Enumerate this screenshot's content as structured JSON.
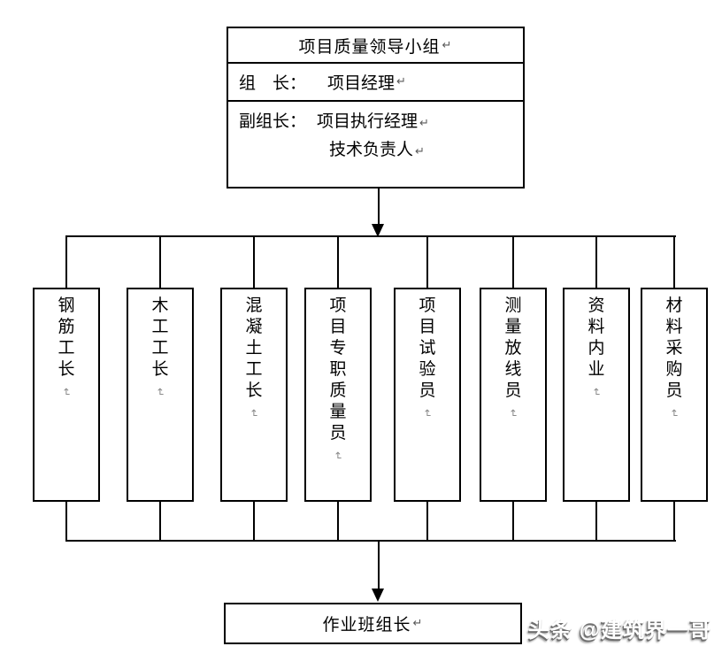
{
  "top_box": {
    "title": "项目质量领导小组",
    "row2_label": "组　长：",
    "row2_value": "项目经理",
    "row3_label": "副组长：",
    "row3_value_line1": "项目执行经理",
    "row3_value_line2": "技术负责人"
  },
  "columns": [
    "钢筋工长",
    "木工工长",
    "混凝土工长",
    "项目专职质量员",
    "项目试验员",
    "测量放线员",
    "资料内业",
    "材料采购员"
  ],
  "bottom_box": {
    "label": "作业班组长"
  },
  "watermark": {
    "text": "头条 @建筑界一哥"
  },
  "return_mark": "↵",
  "colors": {
    "line": "#000000",
    "return_mark_gray": "#8a8a8a",
    "watermark_shadow": "#6e6e6e"
  }
}
